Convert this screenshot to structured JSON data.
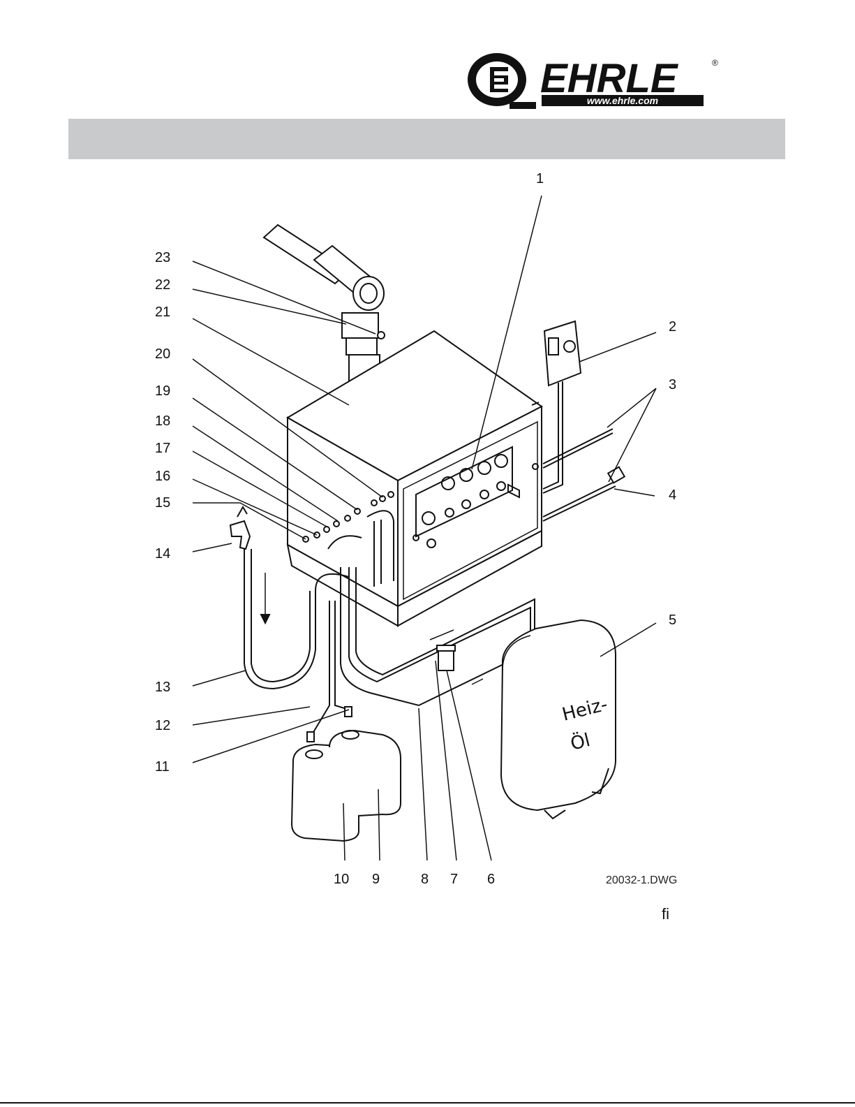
{
  "brand": {
    "name": "EHRLE",
    "url": "www.ehrle.com",
    "registered": "®"
  },
  "diagram": {
    "callouts": [
      "1",
      "2",
      "3",
      "4",
      "5",
      "6",
      "7",
      "8",
      "9",
      "10",
      "11",
      "12",
      "13",
      "14",
      "15",
      "16",
      "17",
      "18",
      "19",
      "20",
      "21",
      "22",
      "23"
    ],
    "tank_label_line1": "Heiz-",
    "tank_label_line2": "Öl",
    "drawing_id": "20032-1.DWG"
  },
  "page_mark": "fi",
  "colors": {
    "header_bar": "#c8cacc",
    "ink": "#111111"
  }
}
